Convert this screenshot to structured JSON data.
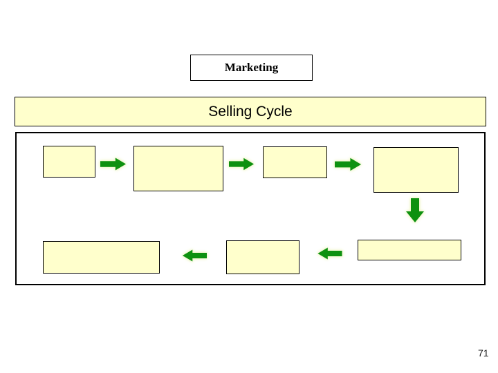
{
  "slide": {
    "marketing_label": "Marketing",
    "banner_label": "Selling Cycle",
    "page_number": "71"
  },
  "colors": {
    "box_fill": "#FFFFCC",
    "arrow_green": "#0E9110",
    "border_black": "#000000",
    "background": "#FFFFFF"
  },
  "diagram": {
    "top_row_boxes": [
      {
        "id": "top-1",
        "label": ""
      },
      {
        "id": "top-2",
        "label": ""
      },
      {
        "id": "top-3",
        "label": ""
      },
      {
        "id": "top-4",
        "label": ""
      }
    ],
    "bottom_row_boxes": [
      {
        "id": "bottom-1",
        "label": ""
      },
      {
        "id": "bottom-2",
        "label": ""
      },
      {
        "id": "bottom-3",
        "label": ""
      }
    ],
    "arrows": [
      {
        "id": "arrow-right-1",
        "direction": "right"
      },
      {
        "id": "arrow-right-2",
        "direction": "right"
      },
      {
        "id": "arrow-right-3",
        "direction": "right"
      },
      {
        "id": "arrow-down-1",
        "direction": "down"
      },
      {
        "id": "arrow-left-1",
        "direction": "left"
      },
      {
        "id": "arrow-left-2",
        "direction": "left"
      }
    ]
  }
}
